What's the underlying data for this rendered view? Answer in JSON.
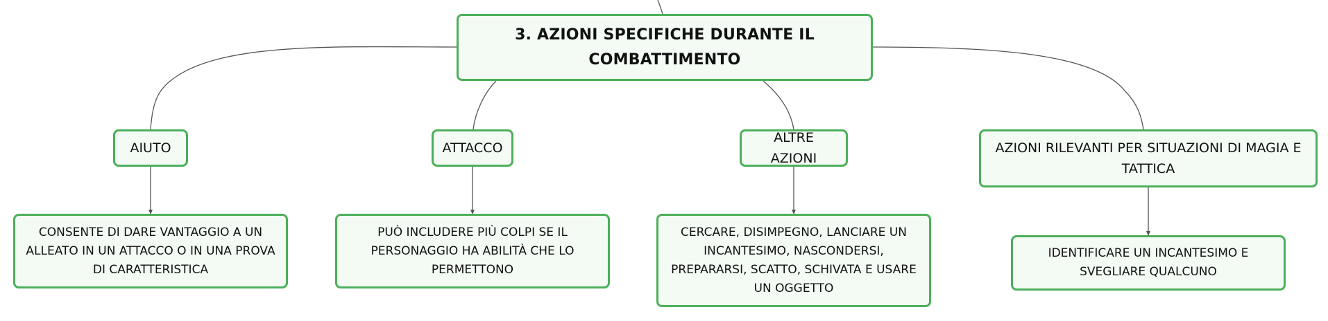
{
  "colors": {
    "node_border": "#4caf5a",
    "node_fill": "#f3fbf4",
    "connector": "#555555"
  },
  "diagram": {
    "root": {
      "label": "3. AZIONI SPECIFICHE DURANTE IL COMBATTIMENTO"
    },
    "branches": [
      {
        "label": "AIUTO",
        "detail": "CONSENTE DI DARE VANTAGGIO A UN ALLEATO IN UN ATTACCO O IN UNA PROVA DI CARATTERISTICA"
      },
      {
        "label": "ATTACCO",
        "detail": "PUÒ INCLUDERE PIÙ COLPI SE IL PERSONAGGIO HA ABILITÀ CHE LO PERMETTONO"
      },
      {
        "label": "ALTRE AZIONI",
        "detail": "CERCARE, DISIMPEGNO, LANCIARE UN INCANTESIMO, NASCONDERSI, PREPARARSI, SCATTO, SCHIVATA E USARE UN OGGETTO"
      },
      {
        "label": "AZIONI RILEVANTI PER SITUAZIONI DI MAGIA E TATTICA",
        "detail": "IDENTIFICARE UN INCANTESIMO E SVEGLIARE QUALCUNO"
      }
    ]
  }
}
